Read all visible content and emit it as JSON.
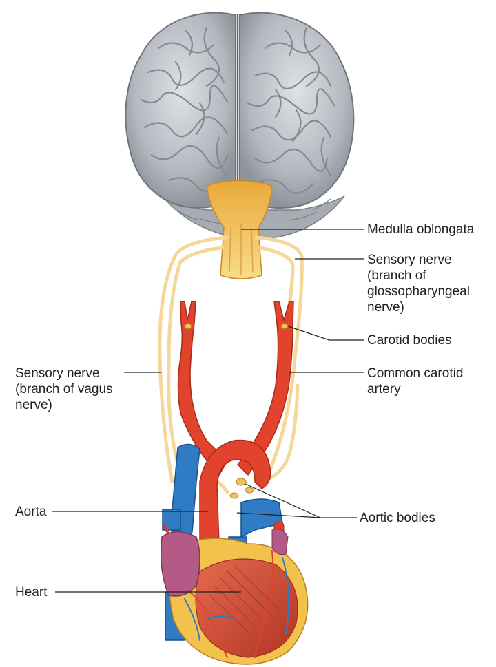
{
  "labels": {
    "medulla": "Medulla oblongata",
    "sensory_glosso": "Sensory nerve\n(branch of\nglossopharyngeal\nnerve)",
    "carotid_bodies": "Carotid bodies",
    "sensory_vagus": "Sensory nerve\n(branch of vagus\nnerve)",
    "common_carotid": "Common carotid\nartery",
    "aorta": "Aorta",
    "aortic_bodies": "Aortic bodies",
    "heart": "Heart"
  },
  "colors": {
    "brain": "#b9bcc2",
    "brainstem": "#f0c25a",
    "nerve": "#f6d79a",
    "artery": "#e2432c",
    "vein": "#2f7cc4",
    "heart_muscle": "#cf4a36",
    "atrium": "#b45a86",
    "fat": "#f2c24c",
    "leader": "#231f20"
  }
}
